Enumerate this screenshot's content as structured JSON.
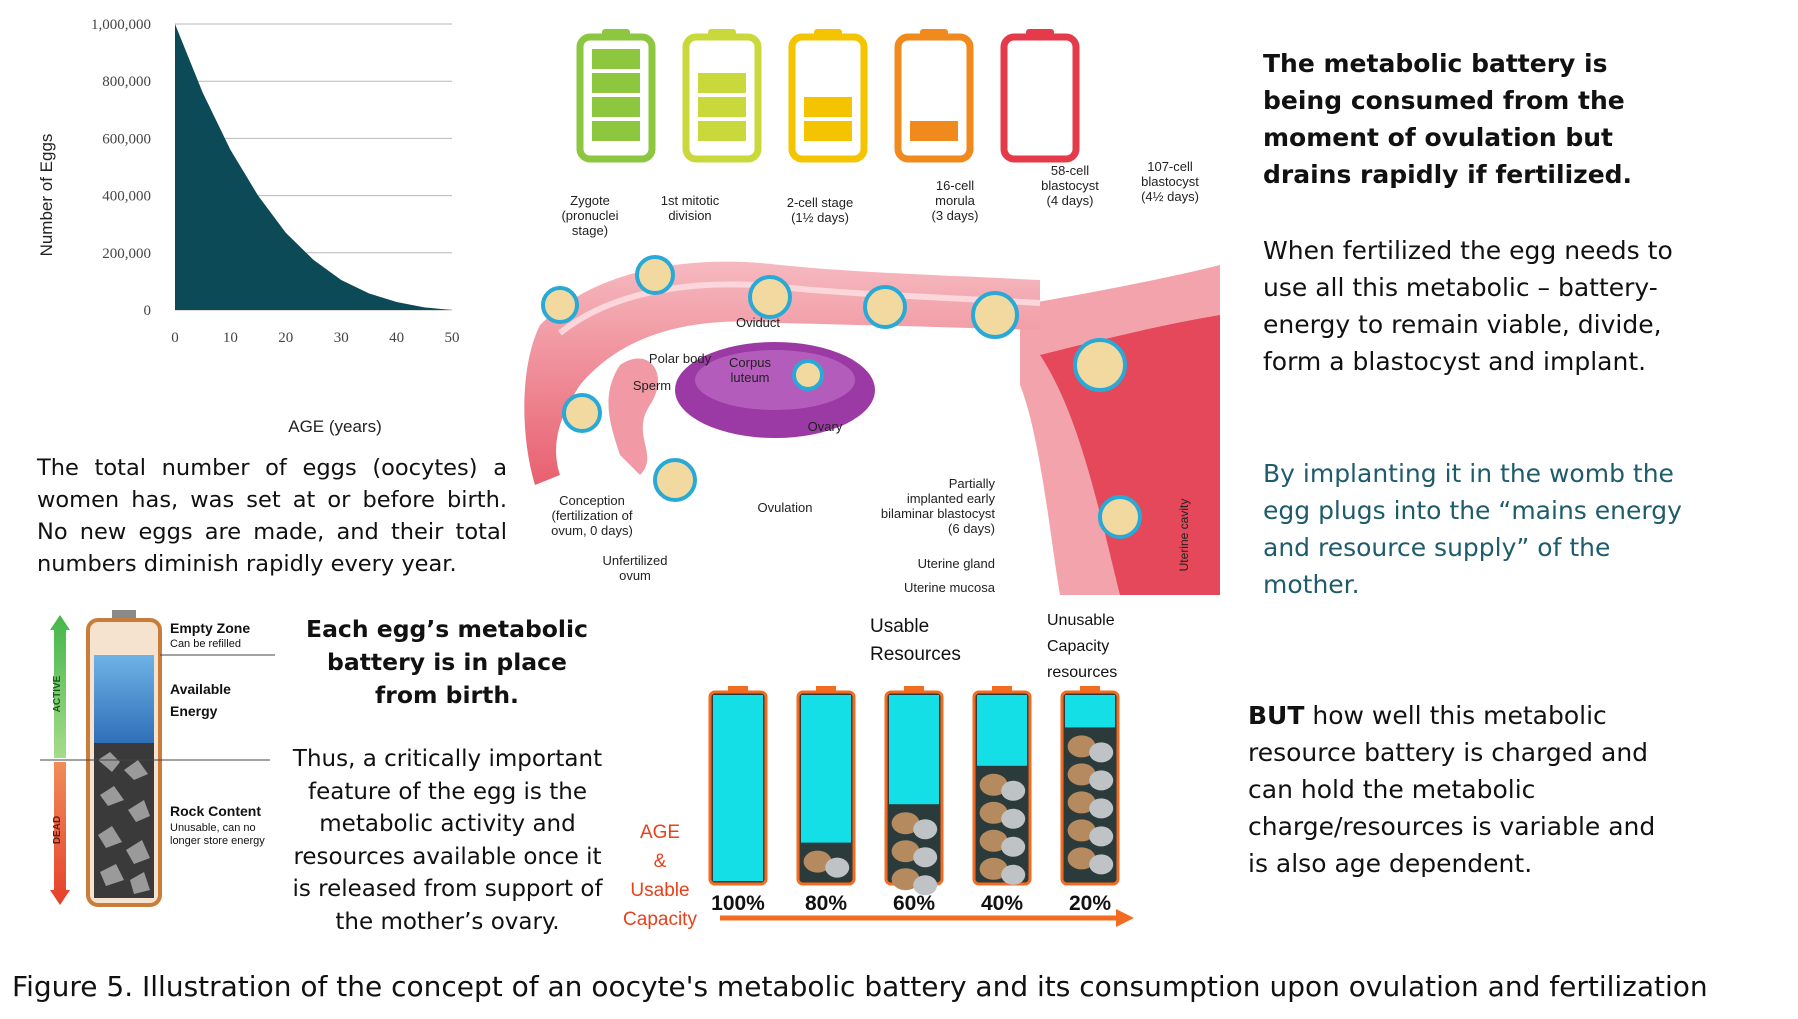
{
  "chart_data": {
    "type": "area",
    "xlabel": "AGE (years)",
    "ylabel": "Number of Eggs",
    "x_ticks": [
      "0",
      "10",
      "20",
      "30",
      "40",
      "50"
    ],
    "y_ticks": [
      "1,000,000",
      "800,000",
      "600,000",
      "400,000",
      "200,000",
      "0"
    ],
    "xlim": [
      0,
      50
    ],
    "ylim": [
      0,
      1000000
    ],
    "x": [
      0,
      5,
      10,
      15,
      20,
      25,
      30,
      35,
      40,
      45,
      50
    ],
    "y": [
      1000000,
      760000,
      560000,
      400000,
      270000,
      175000,
      105000,
      58000,
      28000,
      9000,
      0
    ],
    "fill_color": "#0d4a57",
    "grid": true
  },
  "left_caption": "The total number of eggs (oocytes) a women has, was set at or before birth. No new eggs are made, and their total numbers diminish rapidly every year.",
  "top_batteries": {
    "colors": [
      "#8dc63f",
      "#c9d93b",
      "#f5c400",
      "#f08a1c",
      "#e43a4a"
    ],
    "levels": [
      4,
      3,
      2,
      1,
      0
    ]
  },
  "right_text": {
    "heading": "The metabolic battery is being consumed from the moment of ovulation but drains rapidly if fertilized.",
    "fertilized": "When fertilized the egg needs to use all this metabolic – battery- energy to remain viable, divide, form a blastocyst and implant.",
    "implant": "By implanting it in the womb the egg plugs into the “mains energy and resource supply” of the mother.",
    "but_bold": "BUT",
    "but_rest": " how well this metabolic resource battery is charged and can hold the metabolic charge/resources is variable and is also age dependent."
  },
  "diagram_labels": {
    "zygote": [
      "Zygote",
      "(pronuclei",
      "stage)"
    ],
    "mitotic": [
      "1st mitotic",
      "division"
    ],
    "two_cell": [
      "2-cell stage",
      "(1½ days)"
    ],
    "morula": [
      "16-cell",
      "morula",
      "(3 days)"
    ],
    "blast58": [
      "58-cell",
      "blastocyst",
      "(4 days)"
    ],
    "blast107": [
      "107-cell",
      "blastocyst",
      "(4½ days)"
    ],
    "oviduct": "Oviduct",
    "polar_body": "Polar body",
    "sperm": "Sperm",
    "corpus": [
      "Corpus",
      "luteum"
    ],
    "ovary": "Ovary",
    "conception": [
      "Conception",
      "(fertilization of",
      "ovum, 0 days)"
    ],
    "ovulation": "Ovulation",
    "unfertilized": [
      "Unfertilized",
      "ovum"
    ],
    "partial": [
      "Partially",
      "implanted early",
      "bilaminar blastocyst",
      "(6 days)"
    ],
    "uterine_gland": "Uterine gland",
    "uterine_mucosa": "Uterine mucosa",
    "uterine_cavity": "Uterine cavity"
  },
  "rock_battery": {
    "empty_zone": "Empty Zone",
    "empty_sub": "Can be refilled",
    "available": [
      "Available",
      "Energy"
    ],
    "rock": "Rock Content",
    "rock_sub": [
      "Unusable, can no",
      "longer store energy"
    ],
    "active": "ACTIVE",
    "dead": "DEAD"
  },
  "center_text": {
    "heading": "Each egg’s metabolic battery is in place from birth.",
    "body": "Thus, a critically important feature of the egg is the metabolic activity and resources available once it is released from support of the mother’s ovary."
  },
  "capacity": {
    "usable_label": [
      "Usable",
      "Resources"
    ],
    "unusable_label": [
      "Unusable",
      "Capacity",
      "resources"
    ],
    "axis_label": [
      "AGE",
      "&",
      "Usable",
      "Capacity"
    ],
    "percents": [
      "100%",
      "80%",
      "60%",
      "40%",
      "20%"
    ],
    "usable_fraction": [
      1.0,
      0.8,
      0.6,
      0.4,
      0.2
    ],
    "usable_color": "#14dfe6",
    "arrow_color": "#f26b21"
  },
  "figure_caption": "Figure 5. Illustration of the concept of an oocyte's metabolic battery and its consumption upon ovulation and fertilization"
}
